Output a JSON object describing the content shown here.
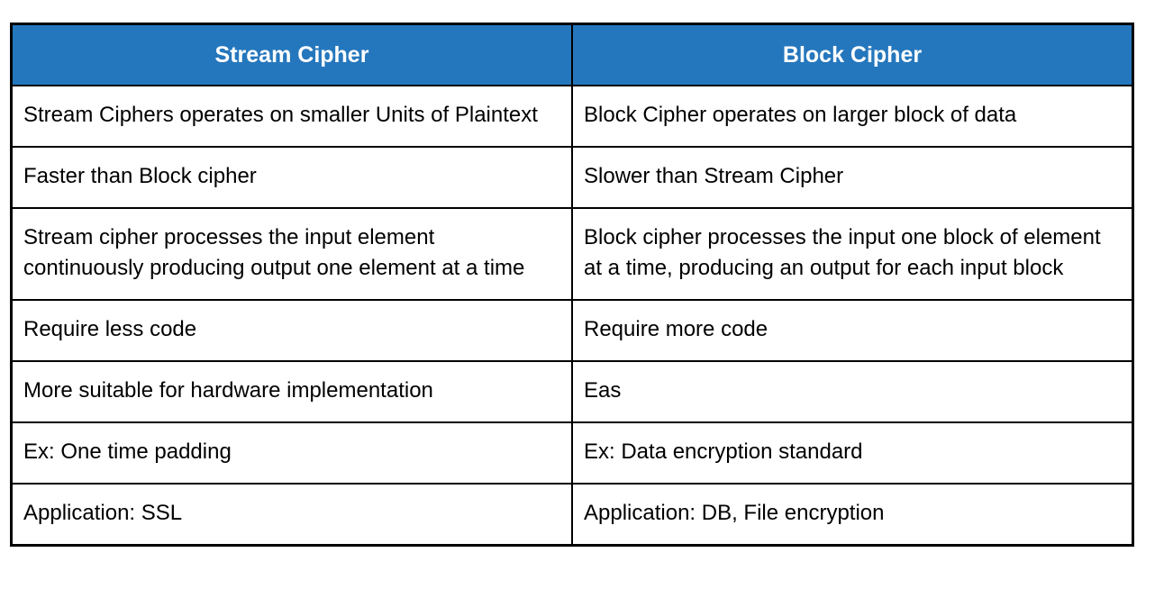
{
  "table": {
    "title": "Stream Cipher vs Block Cipher comparison table",
    "colors": {
      "header_background": "#2577BD",
      "header_text": "#FFFFFF",
      "border": "#000000",
      "body_text": "#000000",
      "page_background": "#FFFFFF"
    },
    "headers": {
      "stream": "Stream Cipher",
      "block": "Block Cipher"
    },
    "rows": [
      {
        "stream": "Stream Ciphers operates on smaller Units of Plaintext",
        "block": "Block Cipher operates on larger block of data"
      },
      {
        "stream": "Faster than Block cipher",
        "block": "Slower than Stream Cipher"
      },
      {
        "stream": "Stream cipher processes the input element continuously producing output one element at a time",
        "block": "Block cipher processes the input one block of element at a time, producing an output for each input block"
      },
      {
        "stream": "Require less code",
        "block": "Require more code"
      },
      {
        "stream": "More suitable for hardware implementation",
        "block": "Eas"
      },
      {
        "stream": "Ex: One time padding",
        "block": "Ex: Data encryption standard"
      },
      {
        "stream": "Application: SSL",
        "block": "Application: DB, File encryption"
      }
    ]
  }
}
